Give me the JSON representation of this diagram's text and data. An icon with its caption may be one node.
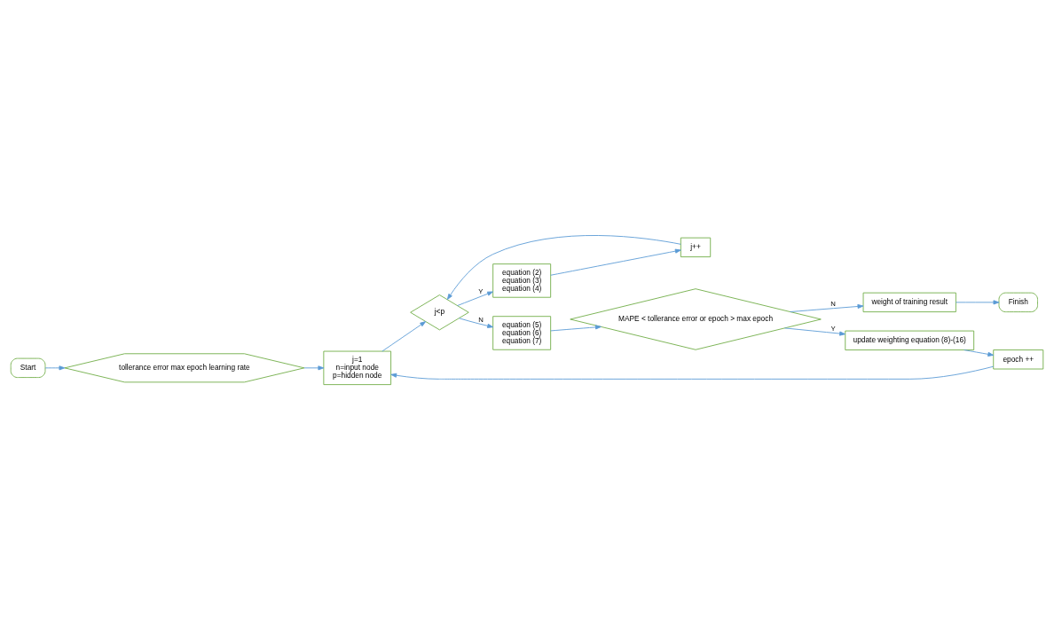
{
  "diagram": {
    "nodes": [
      {
        "text": [
          "Start"
        ]
      },
      {
        "text": [
          "tollerance error max epoch learning rate"
        ]
      },
      {
        "text": [
          "j=1",
          "n=input node",
          "p=hidden node"
        ]
      },
      {
        "text": [
          "j<p"
        ]
      },
      {
        "text": [
          "equation (2)",
          "equation (3)",
          "equation (4)"
        ]
      },
      {
        "text": [
          "j++"
        ]
      },
      {
        "text": [
          "equation (5)",
          "equation (6)",
          "equation (7)"
        ]
      },
      {
        "text": [
          "MAPE < tollerance error or epoch > max epoch"
        ]
      },
      {
        "text": [
          "update weighting equation (8)-(16)"
        ]
      },
      {
        "text": [
          "epoch ++"
        ]
      },
      {
        "text": [
          "weight of training result"
        ]
      },
      {
        "text": [
          "Finish"
        ]
      }
    ],
    "edges": [
      {
        "from": 0,
        "to": 1,
        "arrow": "to"
      },
      {
        "from": 1,
        "to": 2,
        "arrow": "to"
      },
      {
        "from": 2,
        "to": 3,
        "arrow": "to"
      },
      {
        "from": 3,
        "to": 4,
        "arrow": "to",
        "label": "Y"
      },
      {
        "from": 4,
        "to": 5,
        "arrow": "to"
      },
      {
        "from": 5,
        "to": 3,
        "arrow": "to"
      },
      {
        "from": 3,
        "to": 6,
        "arrow": "to",
        "label": "N"
      },
      {
        "from": 6,
        "to": 7,
        "arrow": "to"
      },
      {
        "from": 7,
        "to": 8,
        "arrow": "to",
        "label": "Y"
      },
      {
        "from": 8,
        "to": 9,
        "arrow": "to"
      },
      {
        "from": 9,
        "to": 2,
        "arrow": "to"
      },
      {
        "from": 7,
        "to": 10,
        "arrow": "to",
        "label": "N"
      },
      {
        "from": 10,
        "to": 11,
        "arrow": "to"
      }
    ]
  }
}
